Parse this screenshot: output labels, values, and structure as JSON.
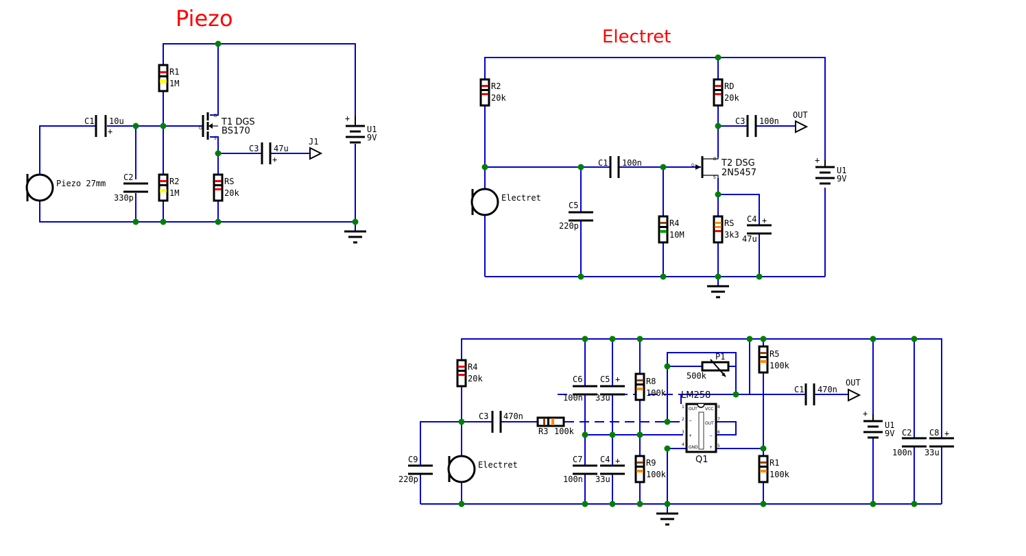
{
  "titles": {
    "piezo": "Piezo",
    "electret": "Electret"
  },
  "colors": {
    "wire": "#0000d0",
    "junction": "#008000",
    "title": "#ff0000"
  },
  "piezo": {
    "c1": {
      "ref": "C1",
      "val": "10u",
      "pol": "+"
    },
    "c2": {
      "ref": "C2",
      "val": "330p"
    },
    "r1": {
      "ref": "R1",
      "val": "1M"
    },
    "r2": {
      "ref": "R2",
      "val": "1M"
    },
    "rs": {
      "ref": "RS",
      "val": "20k"
    },
    "c3": {
      "ref": "C3",
      "val": "47u",
      "pol": "+"
    },
    "t1": {
      "ref": "T1  DGS",
      "part": "BS170",
      "d": "D",
      "g": "G",
      "s": "S"
    },
    "j1": {
      "ref": "J1"
    },
    "u1": {
      "ref": "U1",
      "val": "9V",
      "pol": "+"
    },
    "mic": {
      "label": "Piezo 27mm"
    }
  },
  "electret": {
    "r2": {
      "ref": "R2",
      "val": "20k"
    },
    "rd": {
      "ref": "RD",
      "val": "20k"
    },
    "c3": {
      "ref": "C3",
      "val": "100n"
    },
    "out": {
      "label": "OUT"
    },
    "c1": {
      "ref": "C1",
      "val": "100n"
    },
    "t2": {
      "ref": "T2  DSG",
      "part": "2N5457",
      "d": "D",
      "g": "G",
      "s": "S"
    },
    "c5": {
      "ref": "C5",
      "val": "220p"
    },
    "r4": {
      "ref": "R4",
      "val": "10M"
    },
    "rs": {
      "ref": "RS",
      "val": "3k3"
    },
    "c4": {
      "ref": "C4",
      "val": "47u",
      "pol": "+"
    },
    "u1": {
      "ref": "U1",
      "val": "9V",
      "pol": "+"
    },
    "mic": {
      "label": "Electret"
    }
  },
  "opamp": {
    "r4": {
      "ref": "R4",
      "val": "20k"
    },
    "c3": {
      "ref": "C3",
      "val": "470n"
    },
    "r3": {
      "ref": "R3",
      "val": "100k"
    },
    "c9": {
      "ref": "C9",
      "val": "220p"
    },
    "mic": {
      "label": "Electret"
    },
    "c6": {
      "ref": "C6",
      "val": "100n"
    },
    "c5": {
      "ref": "C5",
      "val": "33u",
      "pol": "+"
    },
    "c7": {
      "ref": "C7",
      "val": "100n"
    },
    "c4": {
      "ref": "C4",
      "val": "33u",
      "pol": "+"
    },
    "r8": {
      "ref": "R8",
      "val": "100k"
    },
    "r9": {
      "ref": "R9",
      "val": "100k"
    },
    "p1": {
      "ref": "P1",
      "val": "500k"
    },
    "ic": {
      "part": "LM258",
      "ref": "Q1",
      "pins": [
        "OUT",
        "VCC",
        "OUT",
        "−",
        "+",
        "−",
        "+",
        "GND"
      ],
      "nums": [
        "1",
        "2",
        "3",
        "4",
        "5",
        "6",
        "7",
        "8"
      ]
    },
    "r5": {
      "ref": "R5",
      "val": "100k"
    },
    "r1": {
      "ref": "R1",
      "val": "100k"
    },
    "c1": {
      "ref": "C1",
      "val": "470n"
    },
    "out": {
      "label": "OUT"
    },
    "u1": {
      "ref": "U1",
      "val": "9V",
      "pol": "+"
    },
    "c2": {
      "ref": "C2",
      "val": "100n"
    },
    "c8": {
      "ref": "C8",
      "val": "33u",
      "pol": "+"
    }
  }
}
